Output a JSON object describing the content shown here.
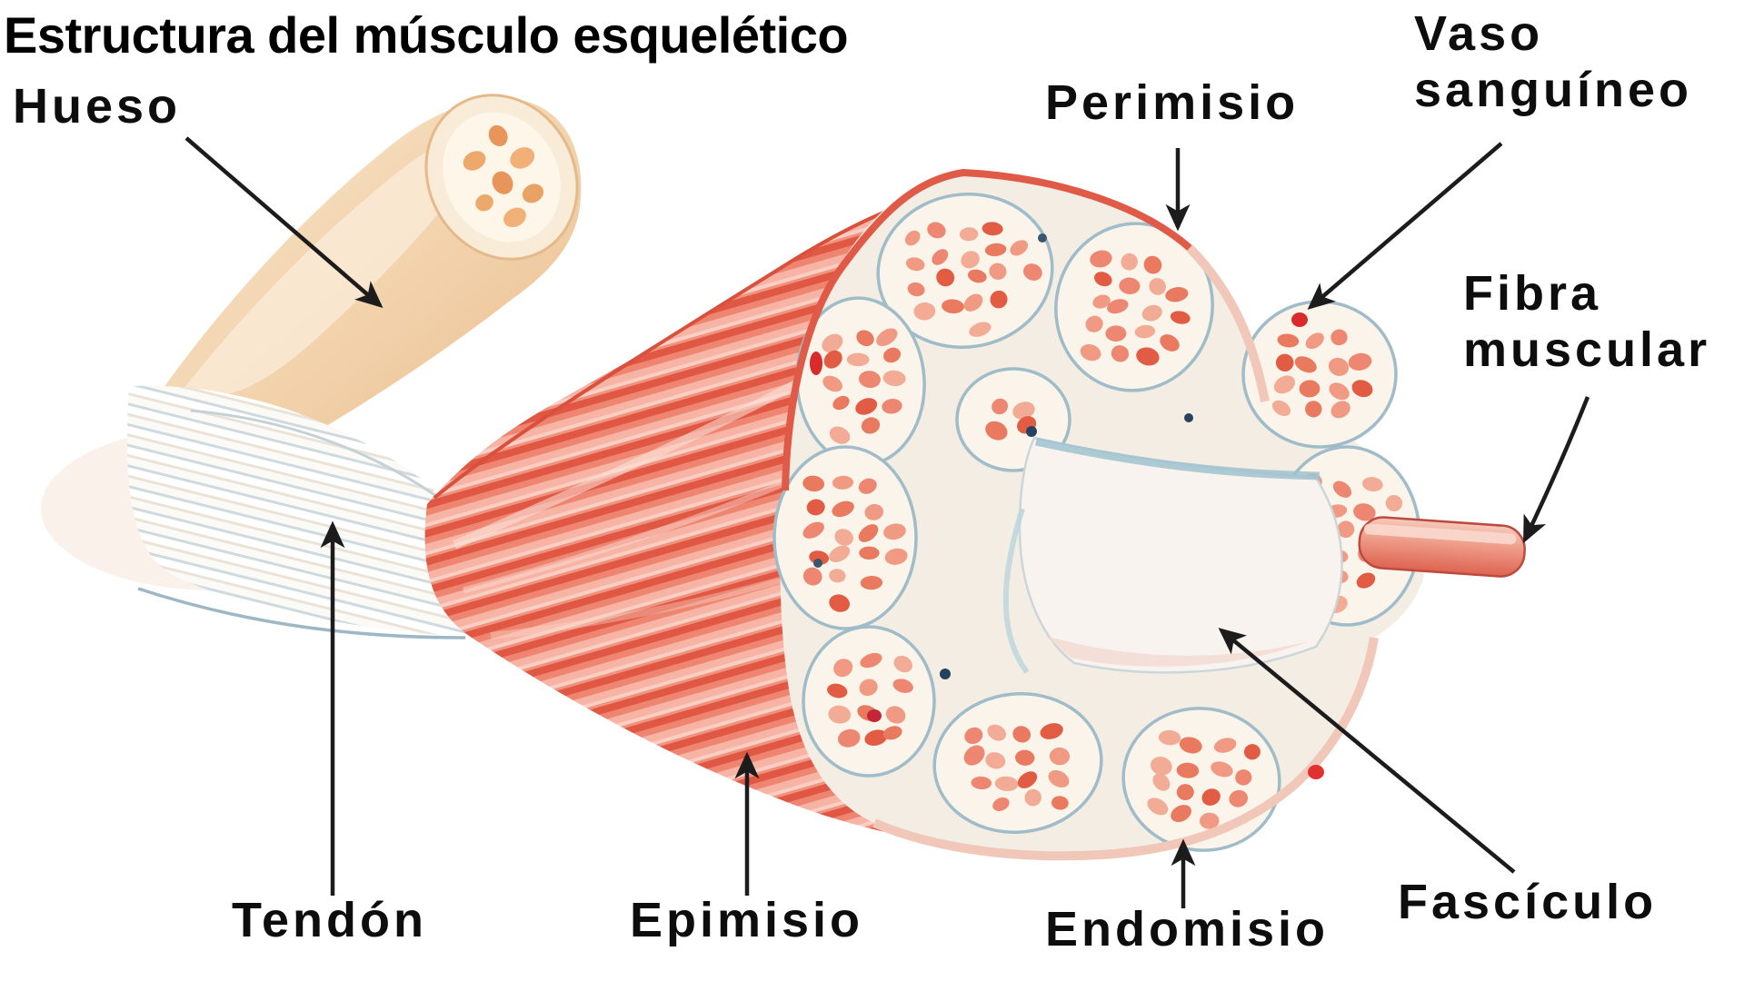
{
  "title": "Estructura del músculo esquelético",
  "labels": {
    "hueso": "Hueso",
    "perimisio": "Perimisio",
    "vaso_sanguineo": "Vaso sanguíneo",
    "fibra_muscular": "Fibra muscular",
    "tendon": "Tendón",
    "epimisio": "Epimisio",
    "endomisio": "Endomisio",
    "fasciculo": "Fascículo"
  },
  "colors": {
    "text": "#0d0d0d",
    "arrow": "#1c1c1c",
    "bone": "#f2d7b8",
    "bone_cut": "#f8ecd8",
    "muscle_red": "#e05744",
    "muscle_light": "#f7b3a3",
    "fascicle_fill": "#faf4ea",
    "fascicle_outline": "#9fbcc8",
    "fiber_dot": "#f09a84",
    "vessel_red": "#d92b2b",
    "septum_blue": "#9fc2cf"
  }
}
